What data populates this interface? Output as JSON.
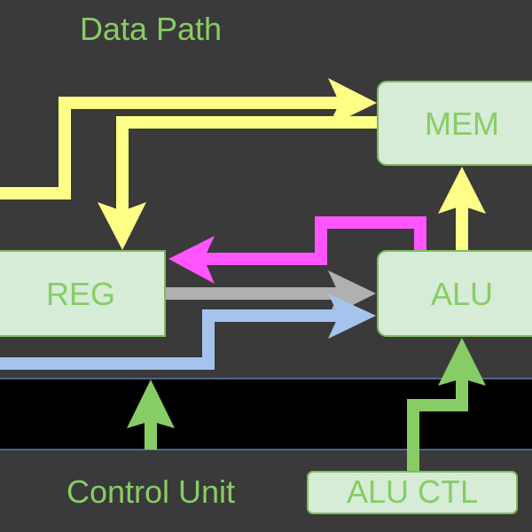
{
  "colors": {
    "background": "#3a3a3a",
    "block_fill": "#d6ecd6",
    "block_stroke": "#7cba5e",
    "text": "#88cc66",
    "data_bus": "#ffff88",
    "result_bus": "#ff55ff",
    "operand_a": "#b0b0b0",
    "operand_b": "#a4c4ee",
    "control": "#88cc66",
    "control_band": "#000000",
    "control_band_border": "#5a7ab0"
  },
  "labels": {
    "data_path": "Data Path",
    "control_unit": "Control Unit"
  },
  "blocks": {
    "mem": "MEM",
    "reg": "REG",
    "alu": "ALU",
    "alu_ctl": "ALU CTL"
  }
}
